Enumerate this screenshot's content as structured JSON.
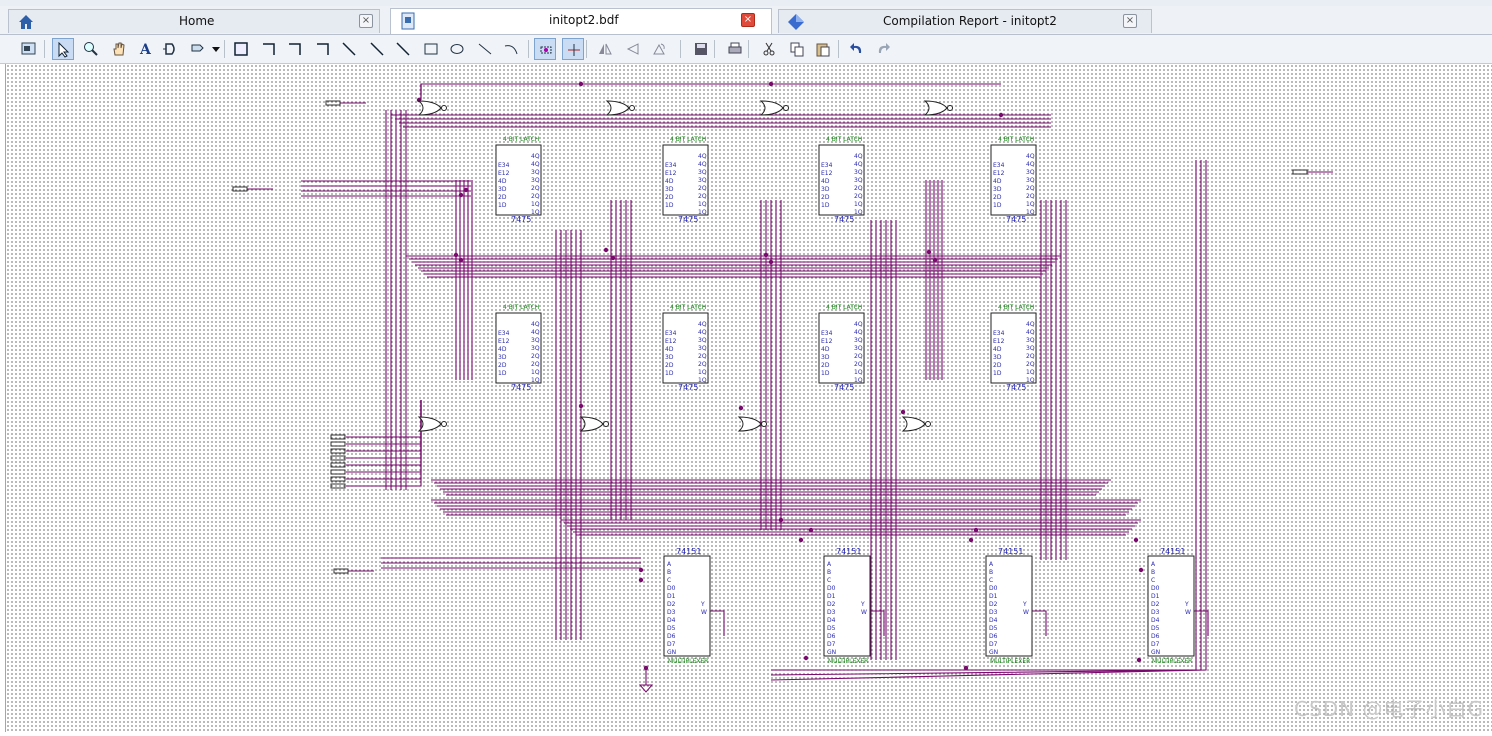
{
  "tabs": [
    {
      "label": "Home",
      "icon": "home-icon",
      "active": false
    },
    {
      "label": "initopt2.bdf",
      "icon": "bdf-file-icon",
      "active": true
    },
    {
      "label": "Compilation Report - initopt2",
      "icon": "report-diamond-icon",
      "active": false
    }
  ],
  "toolbar": {
    "tools": [
      "window-detach-icon",
      "selection-tool-icon",
      "zoom-tool-icon",
      "hand-tool-icon",
      "text-tool-icon",
      "symbol-tool-icon",
      "pin-tool-icon",
      "block-tool-icon",
      "orthogonal-node-tool-icon",
      "orthogonal-bus-tool-icon",
      "orthogonal-conduit-tool-icon",
      "diagonal-node-tool-icon",
      "diagonal-bus-tool-icon",
      "diagonal-conduit-tool-icon",
      "rectangle-tool-icon",
      "ellipse-tool-icon",
      "line-tool-icon",
      "arc-tool-icon",
      "rubberbanding-icon",
      "partial-line-selection-icon",
      "flip-horizontal-icon",
      "flip-vertical-icon",
      "rotate-icon",
      "save-icon",
      "print-icon",
      "cut-icon",
      "copy-icon",
      "paste-icon",
      "undo-icon",
      "redo-icon"
    ]
  },
  "schematic": {
    "latch_title": "4 BIT LATCH",
    "latch_part": "7475",
    "latch_inputs": [
      "E34",
      "E12",
      "4D",
      "3D",
      "2D",
      "1D"
    ],
    "latch_outputs": [
      "4Q",
      "4Q",
      "3Q",
      "3Q",
      "2Q",
      "2Q",
      "1Q",
      "1Q"
    ],
    "mux_part": "74151",
    "mux_caption": "MULTIPLEXER",
    "mux_inputs": [
      "A",
      "B",
      "C",
      "D0",
      "D1",
      "D2",
      "D3",
      "D4",
      "D5",
      "D6",
      "D7",
      "GN"
    ],
    "mux_outputs": [
      "Y",
      "W"
    ]
  },
  "watermark": "CSDN @电子小白G",
  "colors": {
    "wire": "#7a0a6e",
    "chip_text": "#2a2ab0",
    "chip_label": "#1a8a1a"
  }
}
